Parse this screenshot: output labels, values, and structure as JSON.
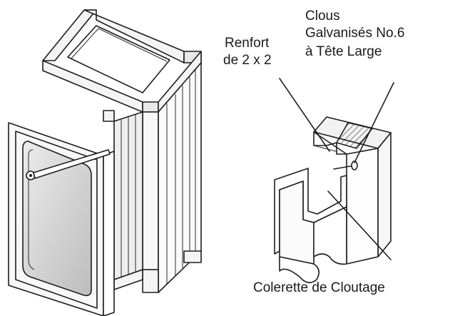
{
  "labels": {
    "brace": [
      "Renfort",
      "de 2 x 2"
    ],
    "nails": [
      "Clous",
      "Galvanisés No.6",
      "à Tête Large"
    ],
    "flange": "Colerette de Cloutage"
  },
  "colors": {
    "ink": "#1e1e1e",
    "wood": "#f2f2f2",
    "door_panel": "#d8d8d8",
    "sheet_metal": "#ffffff"
  }
}
